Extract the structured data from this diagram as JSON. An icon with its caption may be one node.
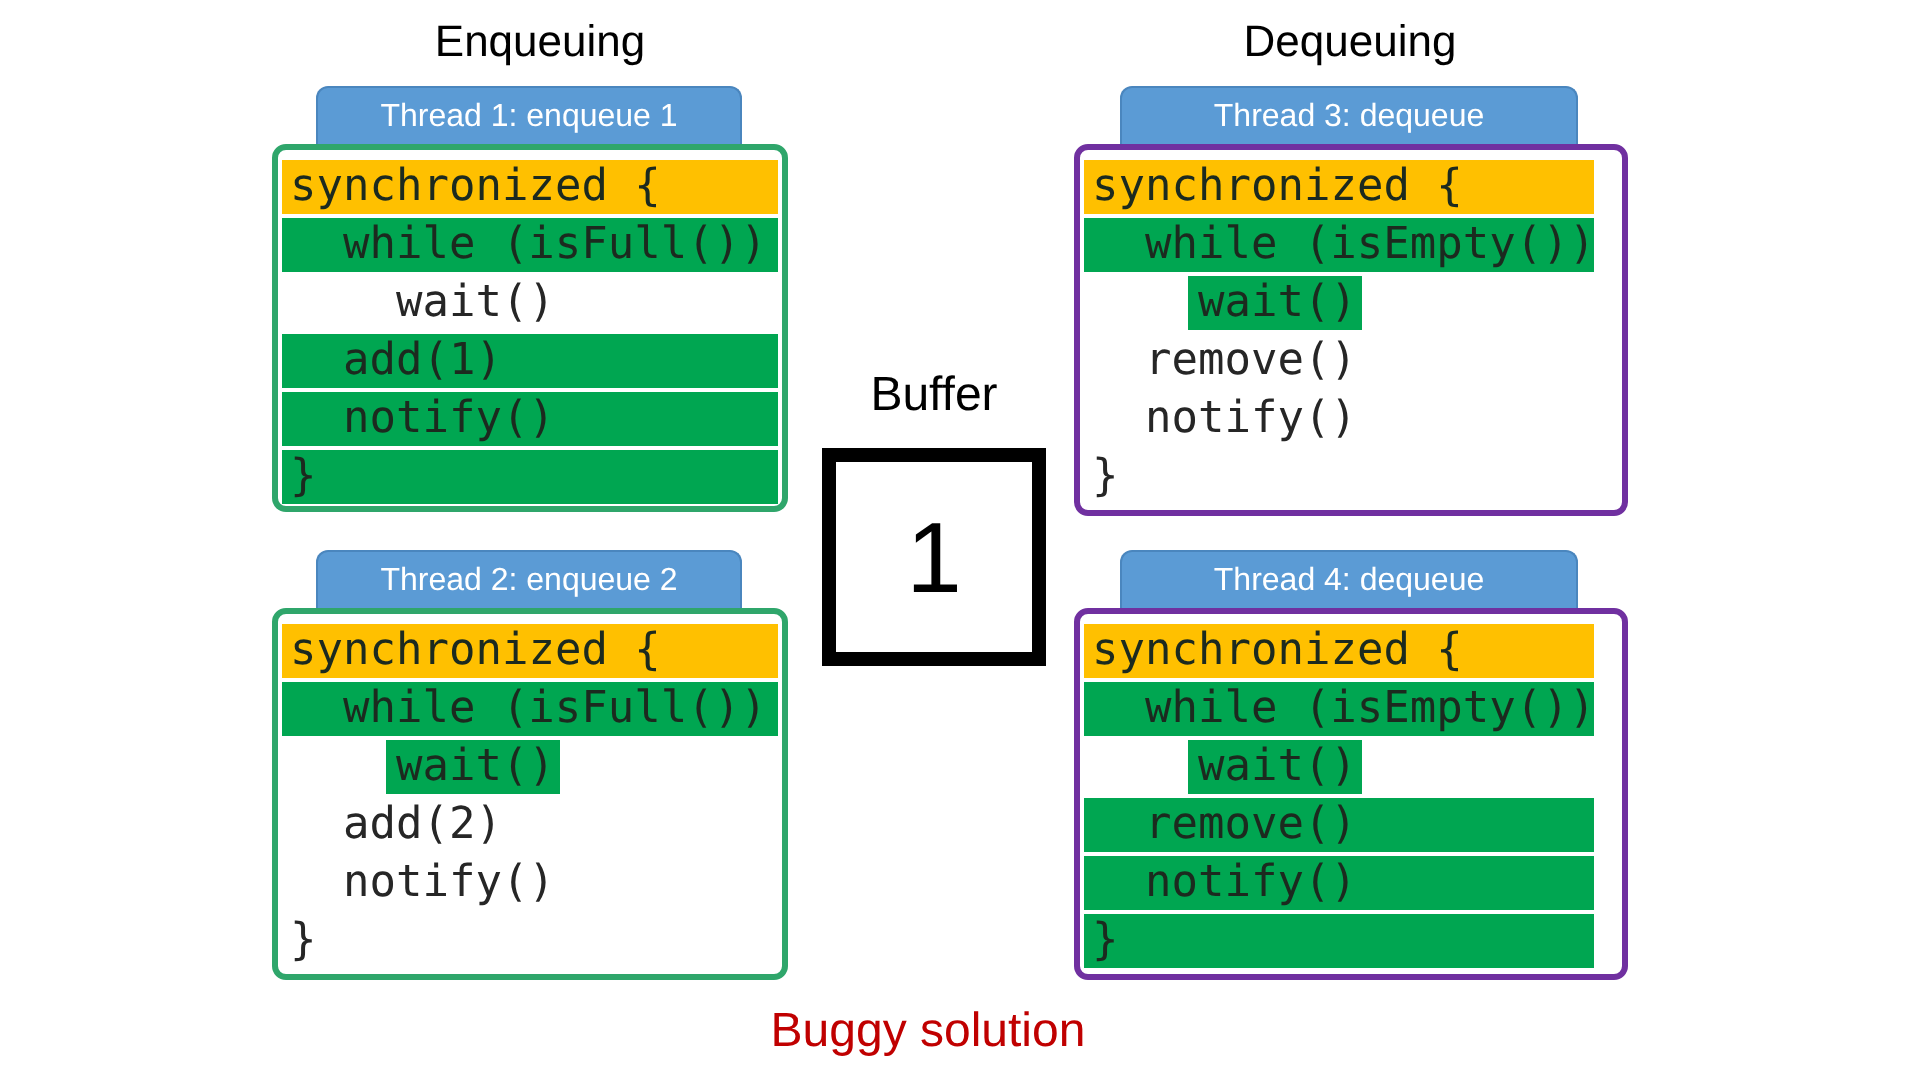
{
  "diagram": {
    "caption": "Buggy solution",
    "nodes": [
      {
        "text": [
          "Thread 1: enqueue 1",
          "wait()"
        ]
      },
      {
        "text": [
          "synchronized {"
        ],
        "in": 0
      },
      {
        "text": [
          "while (isFull())"
        ],
        "in": 0
      },
      {
        "text": [
          "add(1)"
        ],
        "in": 0
      },
      {
        "text": [
          "notify()"
        ],
        "in": 0
      },
      {
        "text": [
          "}"
        ],
        "in": 0
      },
      {
        "text": [
          "Thread 2: enqueue 2",
          "add(2)",
          "notify()",
          "}"
        ]
      },
      {
        "text": [
          "synchronized {"
        ],
        "in": 6
      },
      {
        "text": [
          "while (isFull())"
        ],
        "in": 6
      },
      {
        "text": [
          "wait()"
        ],
        "in": 6
      },
      {
        "text": [
          "Buffer",
          "1"
        ]
      },
      {
        "text": [
          "Thread 3: dequeue",
          "remove()",
          "notify()",
          "}"
        ]
      },
      {
        "text": [
          "synchronized {"
        ],
        "in": 11
      },
      {
        "text": [
          "while (isEmpty())"
        ],
        "in": 11
      },
      {
        "text": [
          "wait()"
        ],
        "in": 11
      },
      {
        "text": [
          "Thread 4: dequeue"
        ]
      },
      {
        "text": [
          "synchronized {"
        ],
        "in": 15
      },
      {
        "text": [
          "while (isEmpty())"
        ],
        "in": 15
      },
      {
        "text": [
          "wait()"
        ],
        "in": 15
      },
      {
        "text": [
          "remove()"
        ],
        "in": 15
      },
      {
        "text": [
          "notify()"
        ],
        "in": 15
      },
      {
        "text": [
          "}"
        ],
        "in": 15
      }
    ],
    "labels": [
      "Enqueuing",
      "Dequeuing"
    ]
  }
}
